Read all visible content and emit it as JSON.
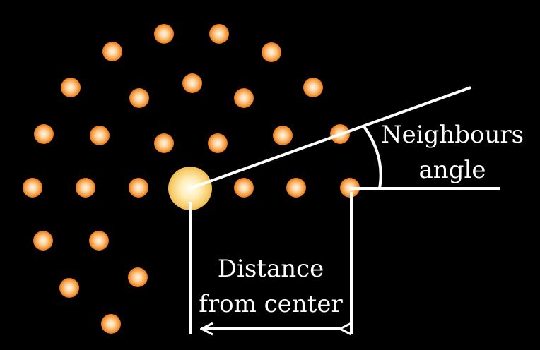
{
  "colors": {
    "background": "#000000",
    "dot_outer": "#f07a1e",
    "dot_inner": "#ffe4c4",
    "center_outer": "#f2c868",
    "center_inner": "#fffbe8",
    "lines": "#ffffff"
  },
  "labels": {
    "angle_line1": "Neighbours",
    "angle_line2": "angle",
    "distance_line1": "Distance",
    "distance_line2": "from center"
  }
}
